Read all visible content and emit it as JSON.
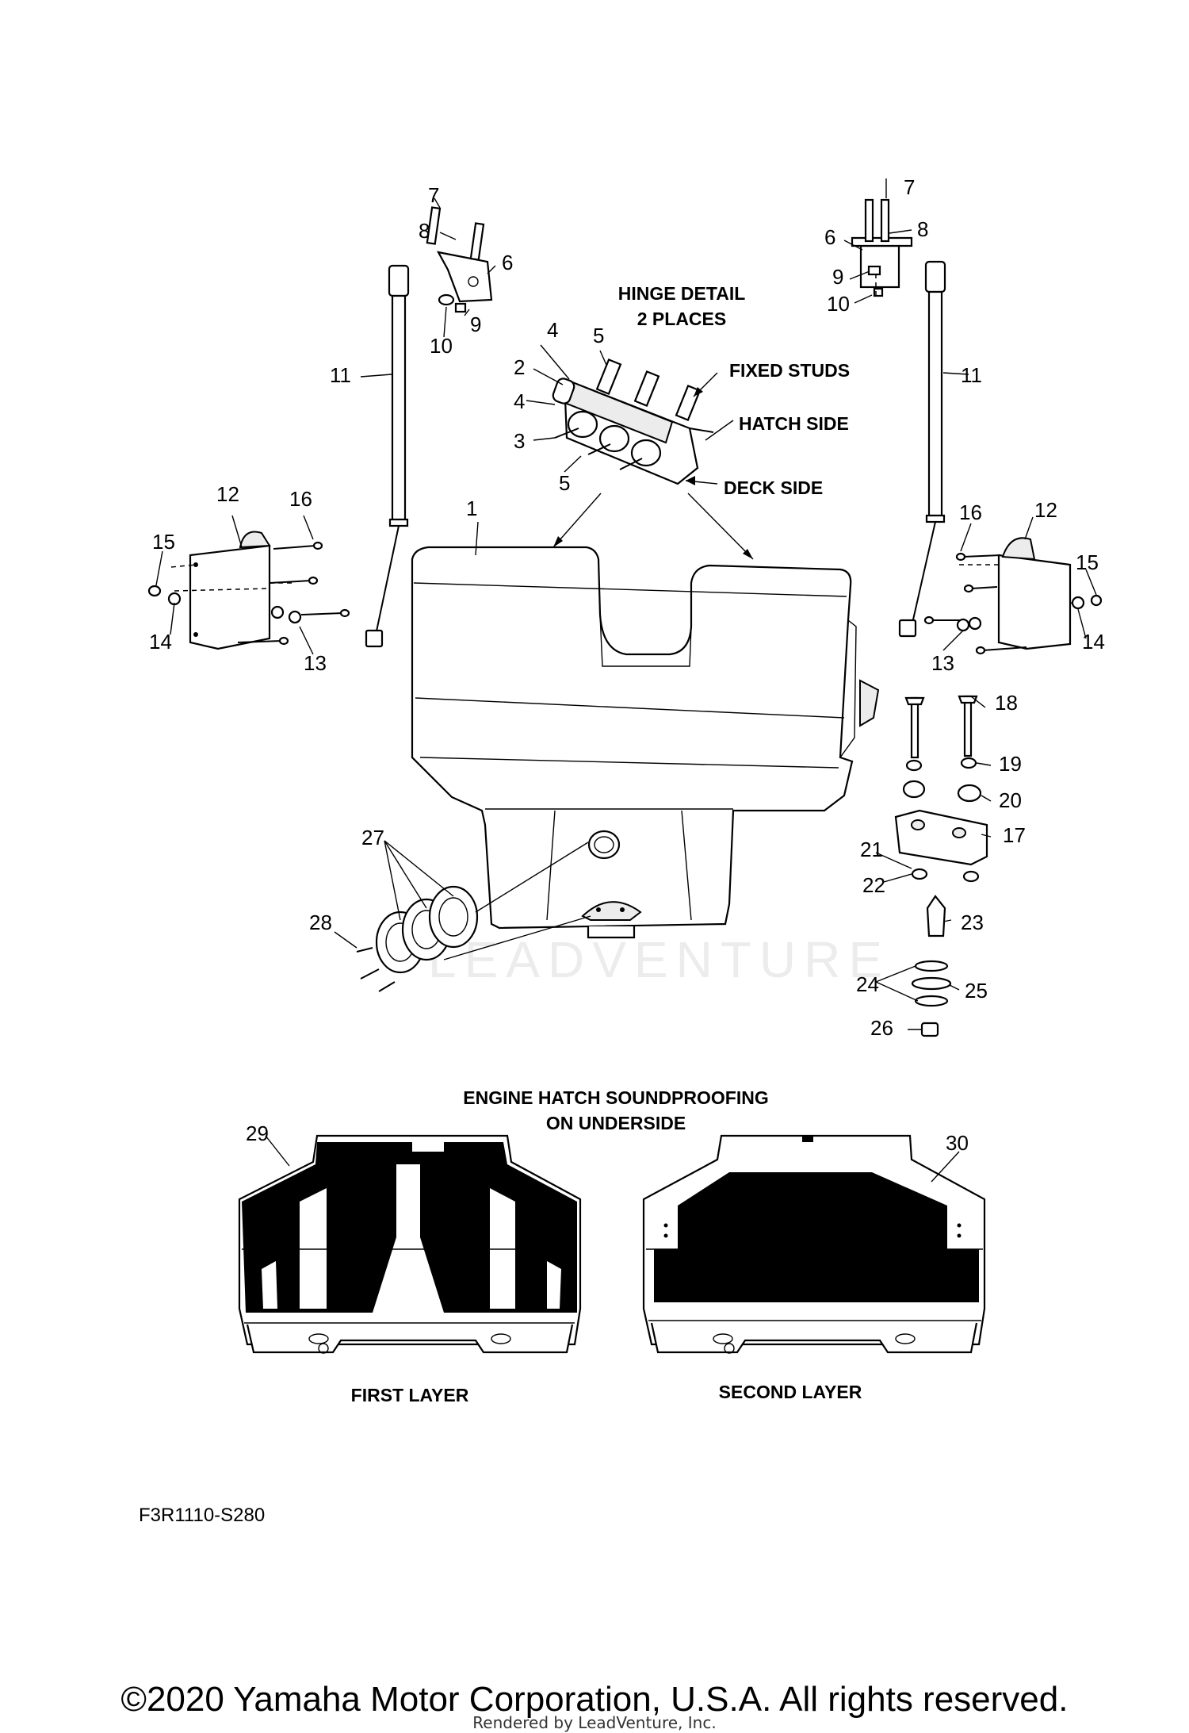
{
  "part_numbers": [
    "1",
    "2",
    "3",
    "4",
    "5",
    "6",
    "7",
    "8",
    "9",
    "10",
    "11",
    "12",
    "13",
    "14",
    "15",
    "16",
    "17",
    "18",
    "19",
    "20",
    "21",
    "22",
    "23",
    "24",
    "25",
    "26",
    "27",
    "28",
    "29",
    "30"
  ],
  "callouts": {
    "hinge_title_1": "HINGE DETAIL",
    "hinge_title_2": "2 PLACES",
    "fixed_studs": "FIXED STUDS",
    "hatch_side": "HATCH SIDE",
    "deck_side": "DECK SIDE",
    "soundproof_title_1": "ENGINE HATCH SOUNDPROOFING",
    "soundproof_title_2": "ON UNDERSIDE",
    "first_layer": "FIRST LAYER",
    "second_layer": "SECOND LAYER"
  },
  "diagram_code": "F3R1110-S280",
  "watermark": "LEADVENTURE",
  "copyright": "©2020 Yamaha Motor Corporation, U.S.A. All rights reserved.",
  "rendered_by": "Rendered by LeadVenture, Inc."
}
